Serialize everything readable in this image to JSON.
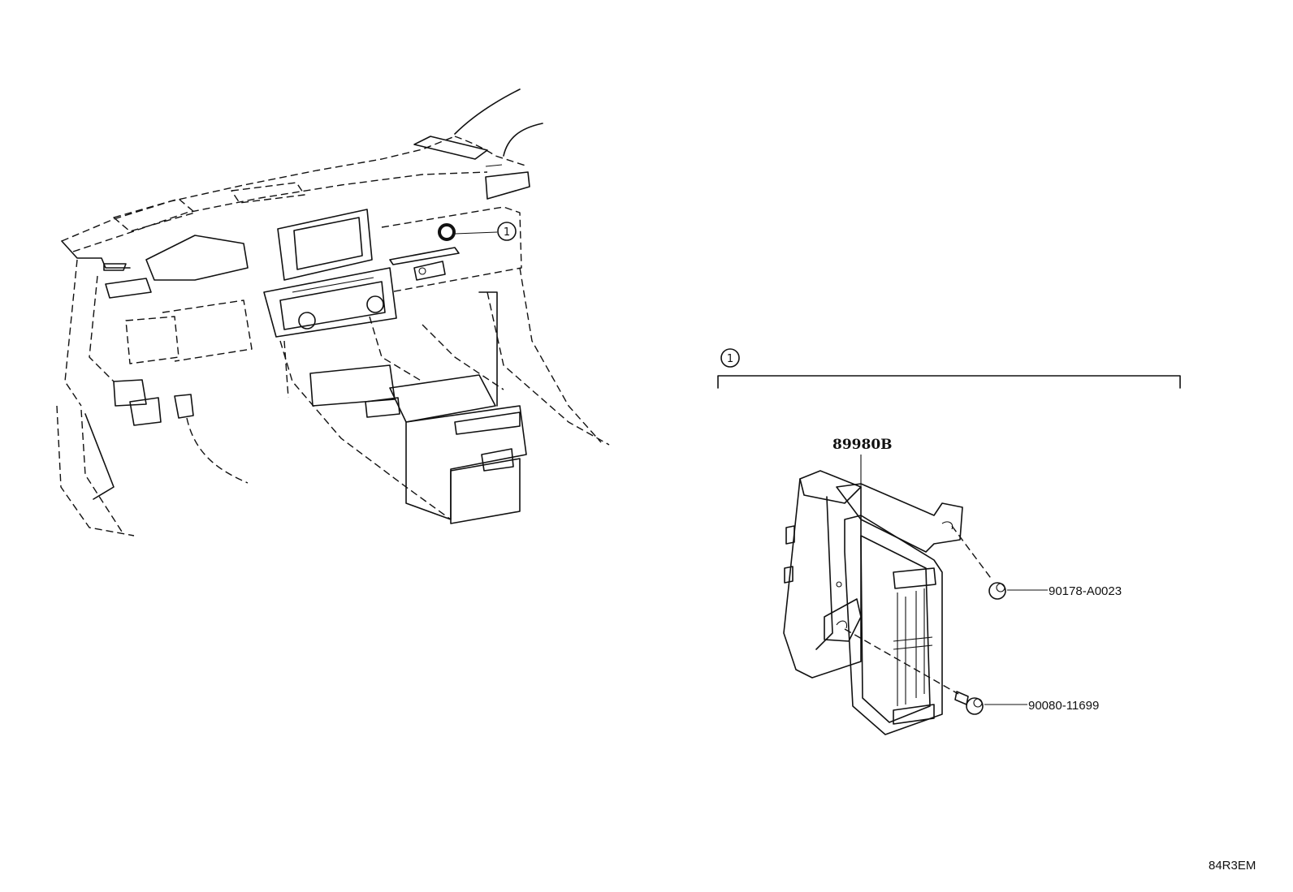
{
  "callout_number": "1",
  "group_number": "1",
  "parts": {
    "module": "89980B",
    "nut": "90178-A0023",
    "bolt": "90080-11699"
  },
  "diagram_code": "84R3EM"
}
